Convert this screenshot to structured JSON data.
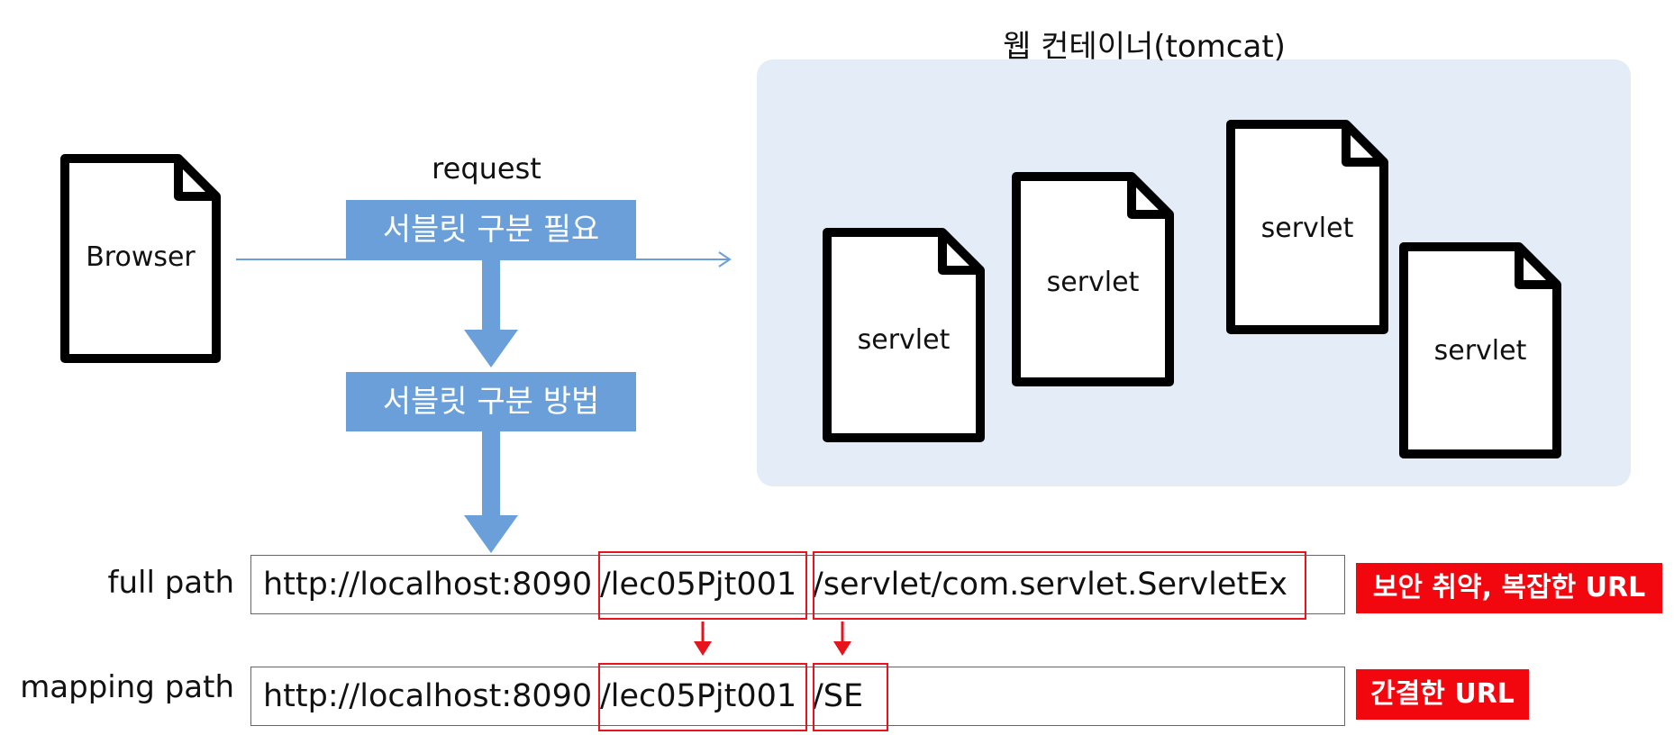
{
  "container": {
    "title": "웹 컨테이너(tomcat)"
  },
  "browser": {
    "label": "Browser"
  },
  "flow": {
    "request_label": "request",
    "need_label": "서블릿 구분 필요",
    "method_label": "서블릿 구분 방법"
  },
  "servlets": [
    "servlet",
    "servlet",
    "servlet",
    "servlet"
  ],
  "full_path": {
    "label": "full path",
    "host": "http://localhost:8090",
    "context": "/lec05Pjt001",
    "path": "/servlet/com.servlet.ServletEx",
    "badge": "보안 취약, 복잡한 URL"
  },
  "mapping_path": {
    "label": "mapping path",
    "host": "http://localhost:8090",
    "context": "/lec05Pjt001",
    "path": "/SE",
    "badge": "간결한 URL"
  },
  "colors": {
    "container_bg": "#e3ecf7",
    "blue": "#6a9fd9",
    "red": "#f2070f"
  }
}
